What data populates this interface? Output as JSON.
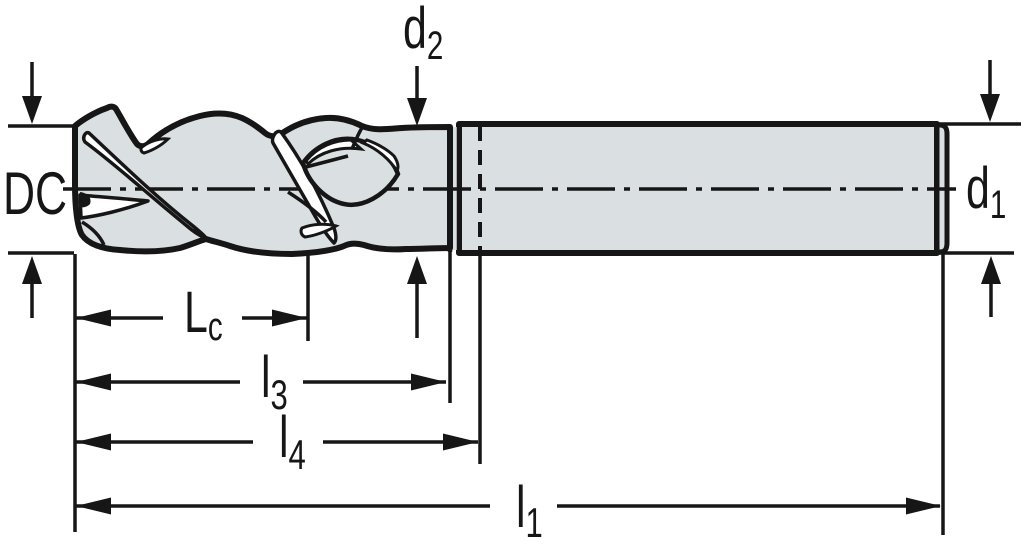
{
  "page": {
    "background": "#ffffff"
  },
  "colors": {
    "line": "#161616",
    "body_fill": "#dadfe2",
    "cut_fill": "#ffffff"
  },
  "labels": {
    "dc": {
      "text": "DC"
    },
    "d2": {
      "main": "d",
      "sub": "2"
    },
    "d1": {
      "main": "d",
      "sub": "1"
    },
    "lc": {
      "main": "L",
      "sub": "c"
    },
    "l3": {
      "main": "l",
      "sub": "3"
    },
    "l4": {
      "main": "l",
      "sub": "4"
    },
    "l1": {
      "main": "l",
      "sub": "1"
    }
  }
}
